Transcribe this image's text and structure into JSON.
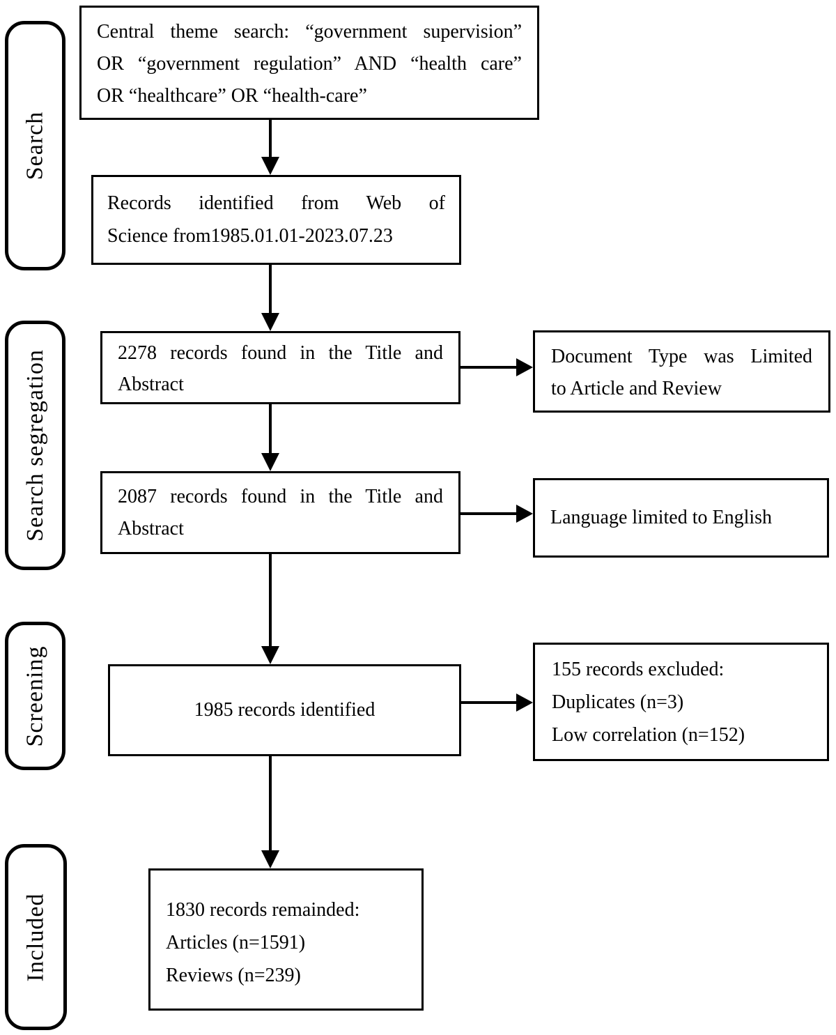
{
  "figure": {
    "stages": [
      {
        "label": "Search"
      },
      {
        "label": "Search segregation"
      },
      {
        "label": "Screening"
      },
      {
        "label": "Included"
      }
    ],
    "boxes": {
      "central_theme_search": {
        "lines": [
          "Central theme search: “government supervision”",
          "OR “government regulation” AND “health care”",
          "OR “healthcare” OR “health-care”"
        ]
      },
      "records_identified": {
        "lines": [
          "Records identified from Web of",
          "Science from1985.01.01-2023.07.23"
        ]
      },
      "records_2278": {
        "lines": [
          "2278 records found in the Title and",
          "Abstract"
        ]
      },
      "document_type_limited": {
        "lines": [
          "Document Type was Limited",
          "to Article and Review"
        ]
      },
      "records_2087": {
        "lines": [
          "2087 records found in the Title and",
          "Abstract"
        ]
      },
      "language_limited": {
        "text": "Language limited to English"
      },
      "records_1985": {
        "text": "1985 records identified"
      },
      "records_excluded": {
        "lines": [
          "155 records excluded:",
          "Duplicates (n=3)",
          "Low correlation (n=152)"
        ]
      },
      "records_remained": {
        "lines": [
          "1830 records remainded:",
          "Articles (n=1591)",
          "Reviews (n=239)"
        ]
      }
    },
    "colors": {
      "line": "#000000",
      "background": "#ffffff",
      "text": "#000000"
    }
  }
}
